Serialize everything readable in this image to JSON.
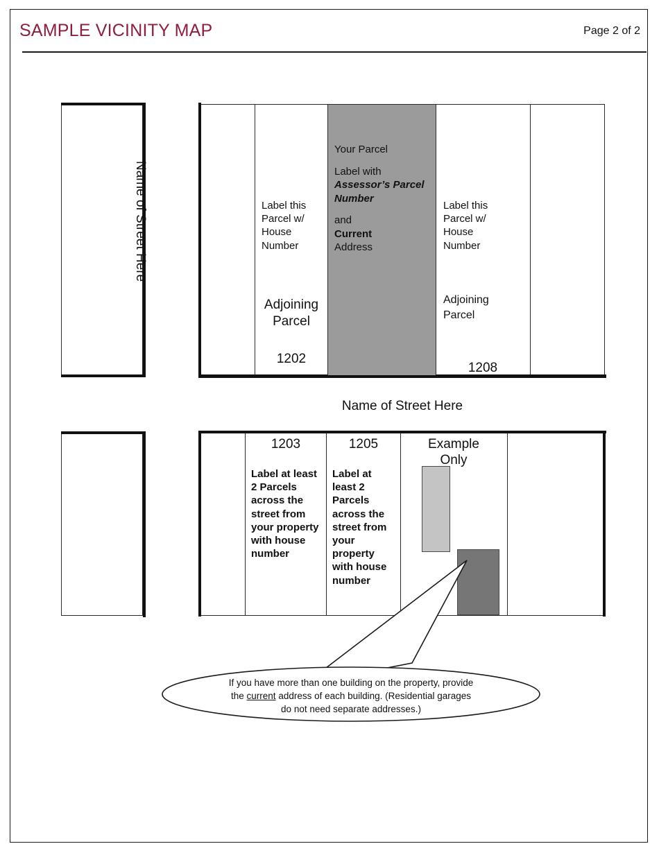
{
  "header": {
    "title": "SAMPLE VICINITY MAP",
    "page_label": "Page 2 of 2",
    "title_color": "#8e1f3c"
  },
  "map": {
    "street_vertical_label": "Name of Street Here",
    "street_horizontal_label": "Name of Street Here",
    "top_row": {
      "adjoining_left": {
        "instruction": "Label this Parcel w/ House Number",
        "caption_line1": "Adjoining",
        "caption_line2": "Parcel",
        "house_number": "1202"
      },
      "your_parcel": {
        "heading": "Your Parcel",
        "line_label": "Label with",
        "line_emphasis": "Assessor’s Parcel Number",
        "line_and": "and",
        "line_bold": "Current",
        "line_tail": "Address",
        "fill_color": "#9b9b9b"
      },
      "adjoining_right": {
        "instruction": "Label this Parcel w/ House Number",
        "caption_line1": "Adjoining",
        "caption_line2": "Parcel",
        "house_number": "1208"
      }
    },
    "bottom_row": {
      "parcel_1203": {
        "house_number": "1203",
        "instruction": "Label at least 2 Parcels across the street from your property with house number"
      },
      "parcel_1205": {
        "house_number": "1205",
        "instruction": "Label at least 2 Parcels across the street from your property with house number"
      },
      "example": {
        "caption_line1": "Example",
        "caption_line2": "Only",
        "building_light_color": "#c4c4c4",
        "building_dark_color": "#767676"
      }
    }
  },
  "callout": {
    "line1": "If you have more than one building on the property, provide",
    "line2_before": "the ",
    "line2_underlined": "current",
    "line2_after": " address of each building. (Residential garages",
    "line3": "do not need separate addresses.)"
  }
}
